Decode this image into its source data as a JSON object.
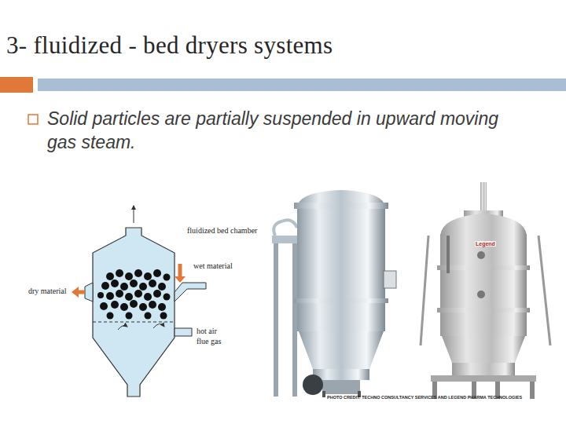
{
  "diagram": {
    "title": "3- fluidized - bed dryers systems",
    "labels": [
      "Solid particles are partially suspended in upward moving gas steam.",
      "fluidized bed chamber",
      "wet material",
      "dry material",
      "hot air",
      "flue gas",
      "Legend",
      "PHOTO CREDIT: TECHNO CONSULTANCY SERVICES AND LEGEND PHARMA TECHNOLOGIES"
    ]
  }
}
